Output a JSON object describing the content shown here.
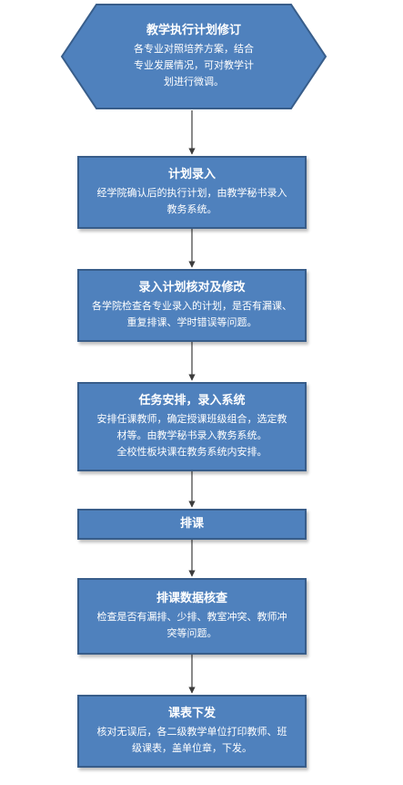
{
  "colors": {
    "node_fill": "#4f81bd",
    "node_border": "#385d8a",
    "connector": "#3c3c3c",
    "text": "#ffffff"
  },
  "nodes": [
    {
      "title": "教学执行计划修订",
      "lines": [
        "各专业对照培养方案，结合",
        "专业发展情况，可对教学计",
        "划进行微调。"
      ]
    },
    {
      "title": "计划录入",
      "lines": [
        "经学院确认后的执行计划，由教学秘书录入",
        "教务系统。"
      ]
    },
    {
      "title": "录入计划核对及修改",
      "lines": [
        "各学院检查各专业录入的计划，是否有漏课、",
        "重复排课、学时错误等问题。"
      ]
    },
    {
      "title": "任务安排，录入系统",
      "lines": [
        "安排任课教师，确定授课班级组合，选定教",
        "材等。由教学秘书录入教务系统。",
        "全校性板块课在教务系统内安排。"
      ]
    },
    {
      "title": "排课",
      "lines": []
    },
    {
      "title": "排课数据核查",
      "lines": [
        "检查是否有漏排、少排、教室冲突、教师冲",
        "突等问题。"
      ]
    },
    {
      "title": "课表下发",
      "lines": [
        "核对无误后，各二级教学单位打印教师、班",
        "级课表，盖单位章，下发。"
      ]
    }
  ]
}
